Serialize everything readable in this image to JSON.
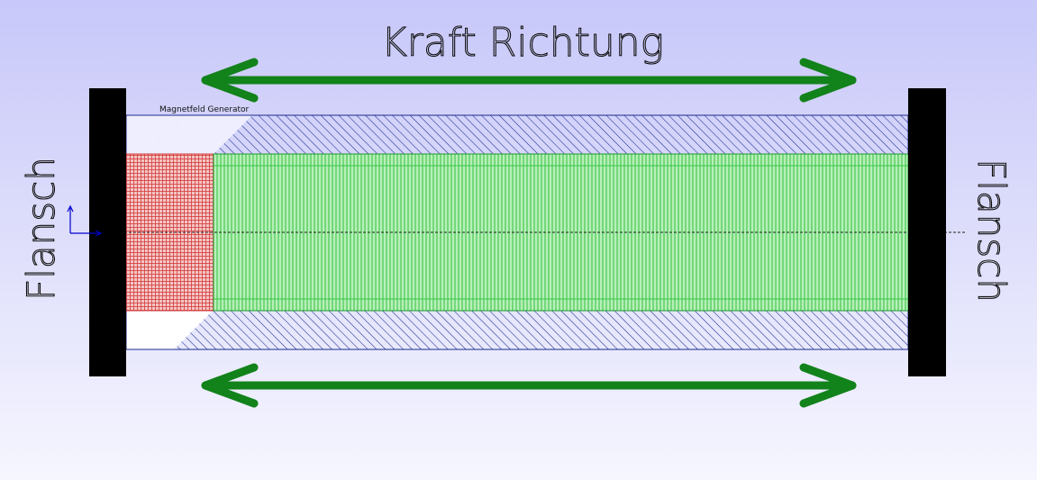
{
  "title": "Kraft Richtung",
  "left_label": "Flansch",
  "right_label": "Flansch",
  "component_label": "Magnetfeld Generator",
  "colors": {
    "background_top": "#c8c8fa",
    "background_bottom": "#f6f6ff",
    "arrow": "#12821a",
    "flange": "#000000",
    "hatch": "#1c2a8c",
    "magnet_core": "#36c846",
    "magnet_core_fill": "#b8f0b8",
    "generator_section": "#d43a3a",
    "generator_fill": "#f2b8b8",
    "axis_marker": "#0000cc",
    "centerline": "#222222"
  },
  "arrows": {
    "top": "double-headed",
    "bottom": "double-headed"
  }
}
